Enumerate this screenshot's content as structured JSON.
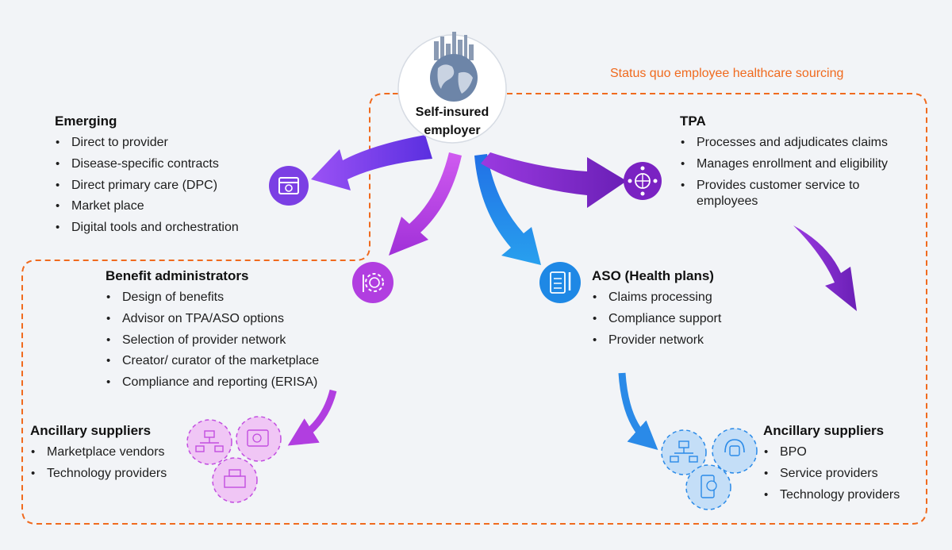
{
  "center": {
    "line1": "Self-insured",
    "line2": "employer",
    "icon": "globe-city-icon"
  },
  "status_quo_label": "Status quo employee healthcare sourcing",
  "emerging": {
    "title": "Emerging",
    "items": [
      "Direct to provider",
      "Disease-specific contracts",
      "Direct primary care (DPC)",
      "Market place",
      "Digital tools and orchestration"
    ],
    "icon": "gear-box-icon"
  },
  "tpa": {
    "title": "TPA",
    "items": [
      "Processes and adjudicates claims",
      "Manages enrollment and eligibility",
      "Provides customer service to employees"
    ],
    "icon": "network-globe-icon"
  },
  "benefit_admin": {
    "title": "Benefit administrators",
    "items": [
      "Design of benefits",
      "Advisor on TPA/ASO options",
      "Selection of provider network",
      "Creator/ curator of the marketplace",
      "Compliance and reporting (ERISA)"
    ],
    "icon": "gear-dollar-icon"
  },
  "aso": {
    "title": "ASO (Health plans)",
    "items": [
      "Claims processing",
      "Compliance support",
      "Provider network"
    ],
    "icon": "clipboard-pen-icon"
  },
  "ancillary_left": {
    "title": "Ancillary suppliers",
    "items": [
      "Marketplace vendors",
      "Technology providers"
    ],
    "icons": [
      "network-icon",
      "marketplace-screen-icon",
      "storage-boxes-icon"
    ]
  },
  "ancillary_right": {
    "title": "Ancillary suppliers",
    "items": [
      "BPO",
      "Service providers",
      "Technology providers"
    ],
    "icons": [
      "network-icon",
      "headset-icon",
      "mobile-payment-icon"
    ]
  },
  "colors": {
    "orange": "#f06a1e",
    "violet": "#7b3fe4",
    "magenta": "#b13ee0",
    "blue": "#1e88e5",
    "purple": "#7a22c2"
  }
}
